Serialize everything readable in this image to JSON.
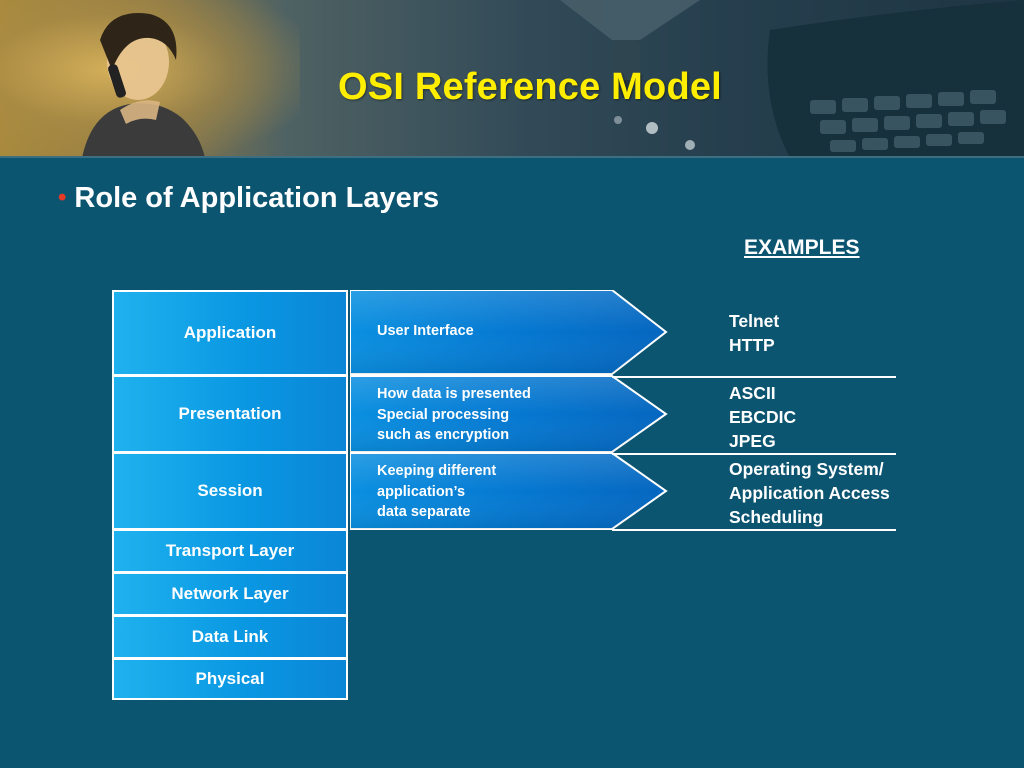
{
  "slide": {
    "title": "OSI Reference Model",
    "bullet": "Role of Application Layers",
    "examples_heading": "EXAMPLES"
  },
  "layers": [
    {
      "name": "Application"
    },
    {
      "name": "Presentation"
    },
    {
      "name": "Session"
    },
    {
      "name": "Transport Layer"
    },
    {
      "name": "Network Layer"
    },
    {
      "name": "Data Link"
    },
    {
      "name": "Physical"
    }
  ],
  "descriptions": [
    {
      "lines": [
        "User Interface"
      ]
    },
    {
      "lines": [
        "How data is presented",
        "Special processing",
        "such as encryption"
      ]
    },
    {
      "lines": [
        "Keeping different",
        "application’s",
        "data separate"
      ]
    }
  ],
  "examples": [
    {
      "lines": [
        "Telnet",
        "HTTP"
      ]
    },
    {
      "lines": [
        "ASCII",
        "EBCDIC",
        "JPEG"
      ]
    },
    {
      "lines": [
        "Operating System/",
        "Application Access",
        "Scheduling"
      ]
    }
  ],
  "colors": {
    "background": "#0c5571",
    "title": "#ffee00",
    "bullet": "#e53a25",
    "layer_fill": "#0a98e3",
    "text": "#ffffff"
  }
}
